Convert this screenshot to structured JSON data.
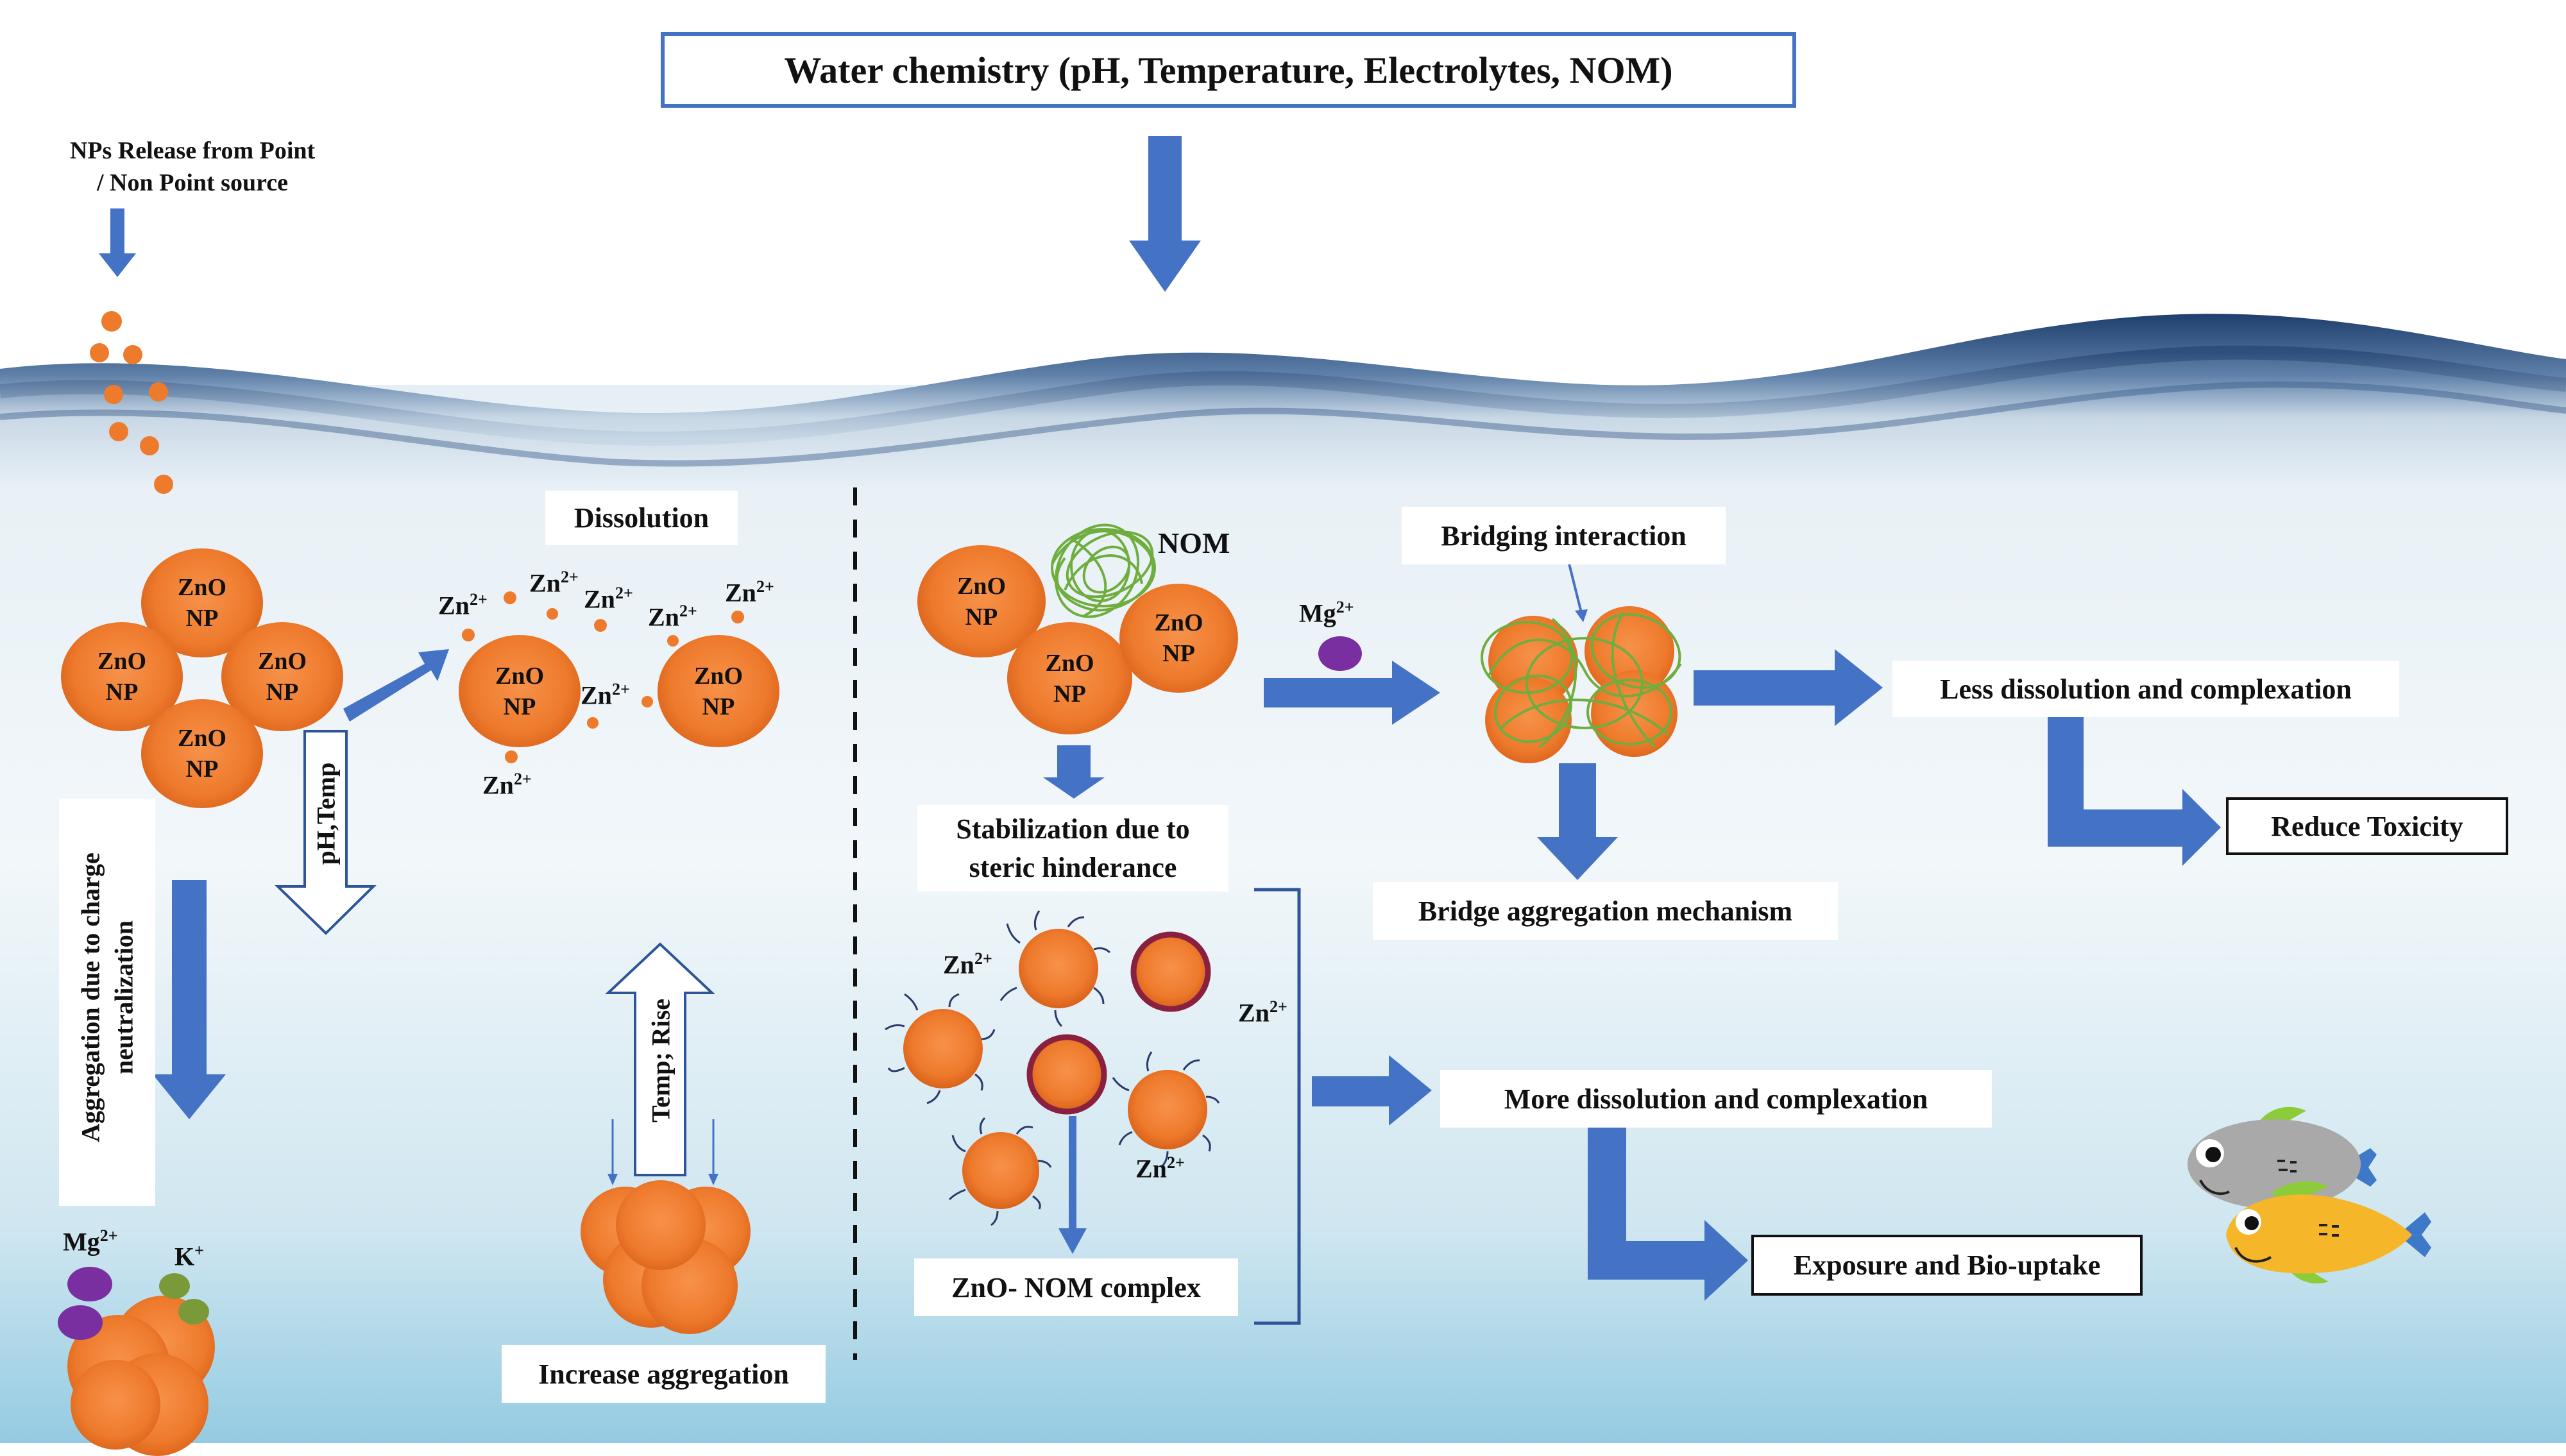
{
  "title": "Water chemistry (pH, Temperature, Electrolytes, NOM)",
  "source_label_line1": "NPs Release from Point",
  "source_label_line2": "/ Non Point source",
  "np_line1": "ZnO",
  "np_line2": "NP",
  "ion_zn": "Zn",
  "ion_zn_charge": "2+",
  "ion_mg": "Mg",
  "ion_mg_charge": "2+",
  "ion_k": "K",
  "ion_k_charge": "+",
  "nom_label": "NOM",
  "left_panel": {
    "aggregation_line1": "Aggregation due to charge",
    "aggregation_line2": "neutralization",
    "ph_temp": "pH,Temp",
    "dissolution": "Dissolution",
    "temp_rise": "Temp; Rise",
    "increase_aggregation": "Increase aggregation"
  },
  "right_panel": {
    "stabilization_line1": "Stabilization due to",
    "stabilization_line2": "steric hinderance",
    "complex": "ZnO- NOM complex",
    "bridging": "Bridging interaction",
    "bridge_mechanism": "Bridge aggregation mechanism",
    "less_dissolution": "Less dissolution and complexation",
    "reduce_toxicity": "Reduce Toxicity",
    "more_dissolution": "More dissolution and complexation",
    "exposure": "Exposure and Bio-uptake"
  },
  "colors": {
    "arrow_blue": "#4472c4",
    "nanoparticle_orange": "#ee7a2c",
    "nom_green": "#6fae3e",
    "mg_purple": "#7a2fa0",
    "k_green": "#7a9a3a",
    "water_top": "#dbe9f2",
    "water_bottom": "#8ec8e0"
  }
}
